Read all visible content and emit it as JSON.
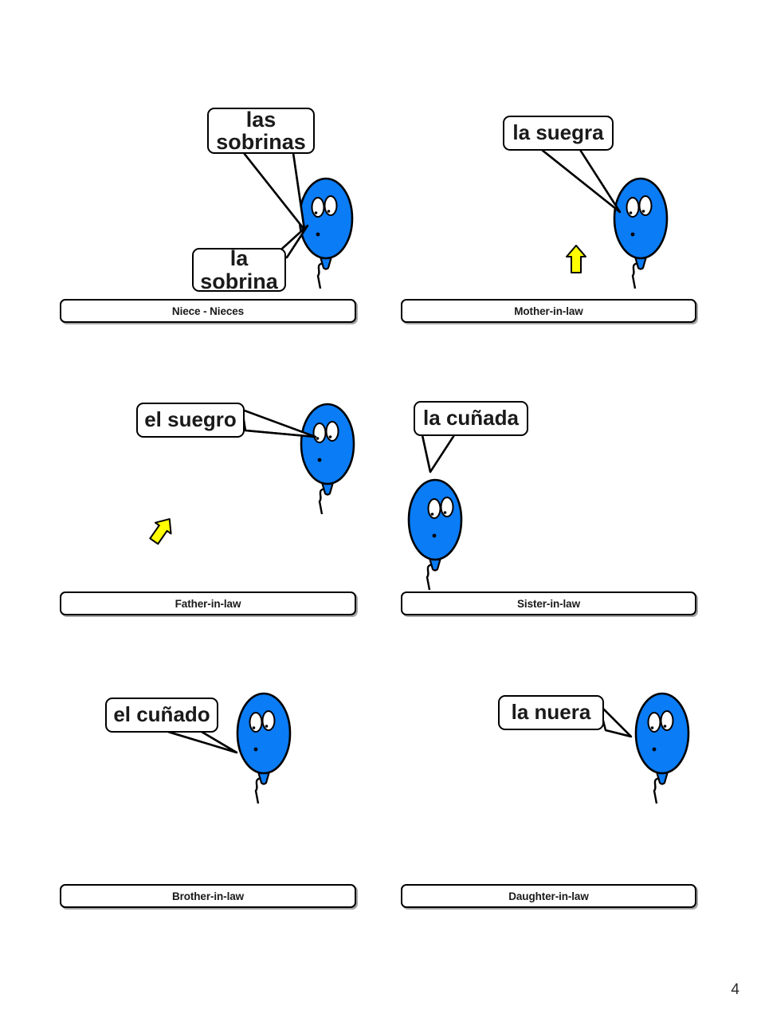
{
  "page": {
    "number": "4",
    "background_color": "#ffffff"
  },
  "theme": {
    "balloon_fill": "#0a7cf5",
    "balloon_outline": "#000000",
    "eye_fill": "#ffffff",
    "arrow_fill": "#ffff00",
    "arrow_outline": "#000000",
    "box_border": "#000000",
    "box_fill": "#ffffff",
    "text_color": "#1a1a1a"
  },
  "panels": [
    {
      "id": "niece",
      "caption": "Niece - Nieces",
      "bubbles": [
        {
          "text": "las\nsobrinas",
          "name": "speech-bubble-las-sobrinas"
        },
        {
          "text": "la\nsobrina",
          "name": "speech-bubble-la-sobrina"
        }
      ],
      "balloon_count": 1,
      "arrow": null
    },
    {
      "id": "mother-in-law",
      "caption": "Mother-in-law",
      "bubbles": [
        {
          "text": "la suegra",
          "name": "speech-bubble-la-suegra"
        }
      ],
      "balloon_count": 1,
      "arrow": {
        "direction": "up",
        "rotation": 0
      }
    },
    {
      "id": "father-in-law",
      "caption": "Father-in-law",
      "bubbles": [
        {
          "text": "el suegro",
          "name": "speech-bubble-el-suegro"
        }
      ],
      "balloon_count": 1,
      "arrow": {
        "direction": "up-right",
        "rotation": 35
      }
    },
    {
      "id": "sister-in-law",
      "caption": "Sister-in-law",
      "bubbles": [
        {
          "text": "la cuñada",
          "name": "speech-bubble-la-cunada"
        }
      ],
      "balloon_count": 1,
      "arrow": null
    },
    {
      "id": "brother-in-law",
      "caption": "Brother-in-law",
      "bubbles": [
        {
          "text": "el cuñado",
          "name": "speech-bubble-el-cunado"
        }
      ],
      "balloon_count": 1,
      "arrow": null
    },
    {
      "id": "daughter-in-law",
      "caption": "Daughter-in-law",
      "bubbles": [
        {
          "text": "la nuera",
          "name": "speech-bubble-la-nuera"
        }
      ],
      "balloon_count": 1,
      "arrow": null
    }
  ]
}
